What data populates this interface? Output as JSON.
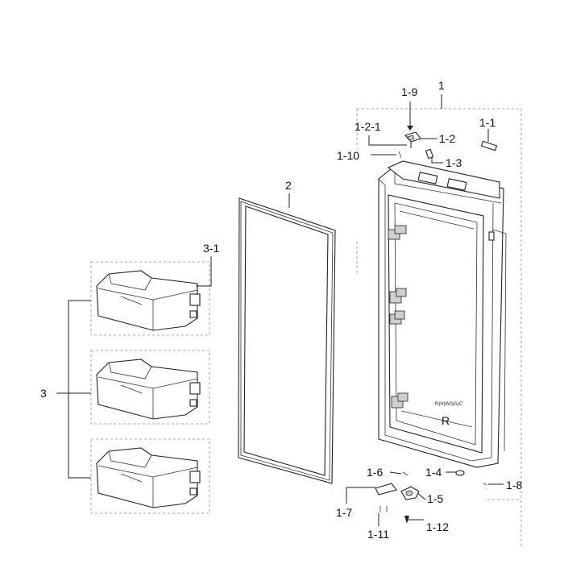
{
  "labels": {
    "l1": "1",
    "l1_1": "1-1",
    "l1_2": "1-2",
    "l1_2_1": "1-2-1",
    "l1_3": "1-3",
    "l1_4": "1-4",
    "l1_5": "1-5",
    "l1_6": "1-6",
    "l1_7": "1-7",
    "l1_8": "1-8",
    "l1_9": "1-9",
    "l1_10": "1-10",
    "l1_11": "1-11",
    "l1_12": "1-12",
    "l2": "2",
    "l3": "3",
    "l3_1": "3-1"
  },
  "door_markings": {
    "model_text": "R(H)W0(A)C",
    "side_letter": "R"
  }
}
